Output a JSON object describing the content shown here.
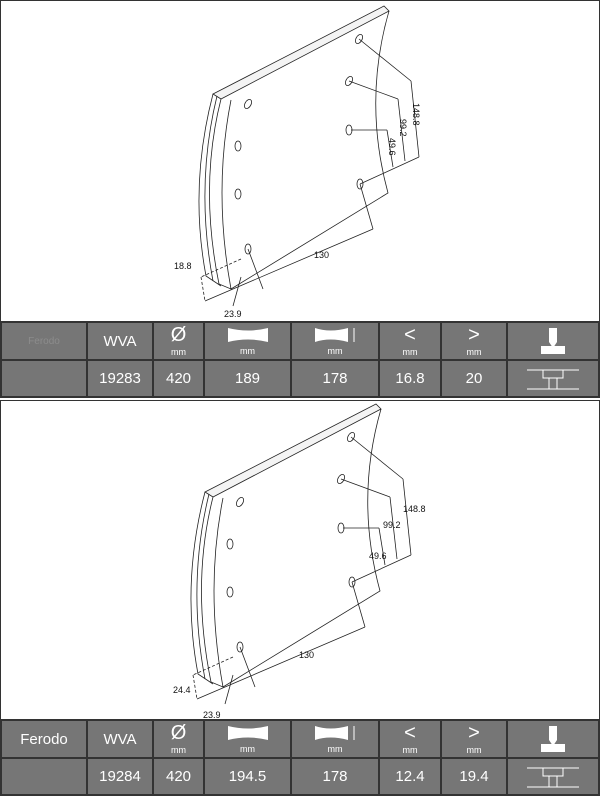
{
  "products": [
    {
      "brand": "Ferodo",
      "brand_faint": true,
      "wva_label": "WVA",
      "wva": "19283",
      "diameter": "420",
      "width": "189",
      "height": "178",
      "min_thickness": "16.8",
      "max_thickness": "20",
      "dims": {
        "d1": "148.8",
        "d2": "99.2",
        "d3": "49.6",
        "length": "130",
        "edge": "18.8",
        "offset": "23.9"
      }
    },
    {
      "brand": "Ferodo",
      "brand_faint": false,
      "wva_label": "WVA",
      "wva": "19284",
      "diameter": "420",
      "width": "194.5",
      "height": "178",
      "min_thickness": "12.4",
      "max_thickness": "19.4",
      "dims": {
        "d1": "148.8",
        "d2": "99.2",
        "d3": "49.6",
        "length": "130",
        "edge": "24.4",
        "offset": "23.9"
      }
    }
  ],
  "units": {
    "mm": "mm",
    "lt": "<",
    "gt": ">",
    "diam": "Ø"
  }
}
